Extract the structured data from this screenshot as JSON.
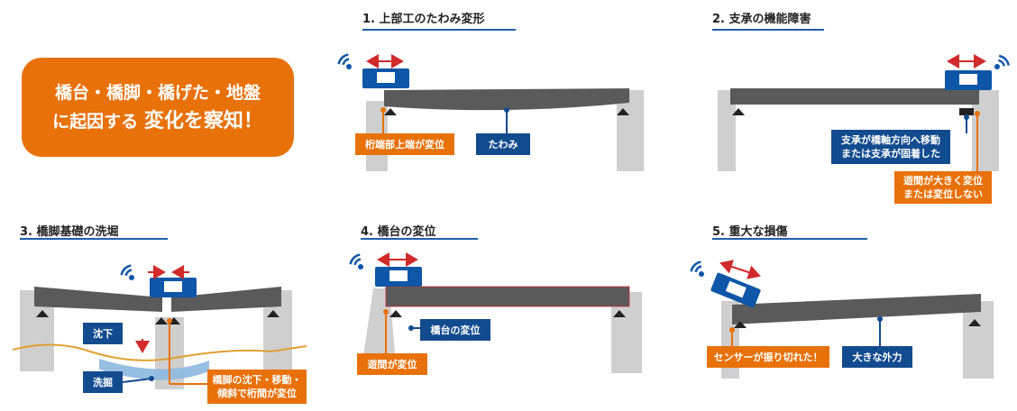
{
  "hero": {
    "line1": "橋台・橋脚・橋げた・地盤",
    "line2_prefix": "に起因する",
    "line2_emph": "変化を察知！"
  },
  "panels": [
    {
      "heading": "1. 上部工のたわみ変形",
      "labels": {
        "displacement": "桁端部上端が変位",
        "deflection": "たわみ"
      }
    },
    {
      "heading": "2. 支承の機能障害",
      "labels": {
        "bearing_line1": "支承が橋軸方向へ移動",
        "bearing_line2": "または支承が固着した",
        "gap_line1": "遊間が大きく変位",
        "gap_line2": "または変位しない"
      }
    },
    {
      "heading": "3. 橋脚基礎の洗堀",
      "labels": {
        "settlement": "沈下",
        "scour": "洗掘",
        "pier_line1": "橋脚の沈下・移動・",
        "pier_line2": "傾斜で桁間が変位"
      }
    },
    {
      "heading": "4. 橋台の変位",
      "labels": {
        "abutment": "橋台の変位",
        "gap": "遊間が変位"
      }
    },
    {
      "heading": "5. 重大な損傷",
      "labels": {
        "sensor": "センサーが振り切れた！",
        "force": "大きな外力"
      }
    }
  ],
  "colors": {
    "accent_orange": "#e8710a",
    "navy": "#134b8f",
    "sensor_blue": "#0e56a8",
    "girder": "#5a5a5a",
    "pier": "#cfcfcf",
    "arrow_red": "#d12b2b",
    "ground": "#e0a030",
    "water": "#8cb8df"
  }
}
